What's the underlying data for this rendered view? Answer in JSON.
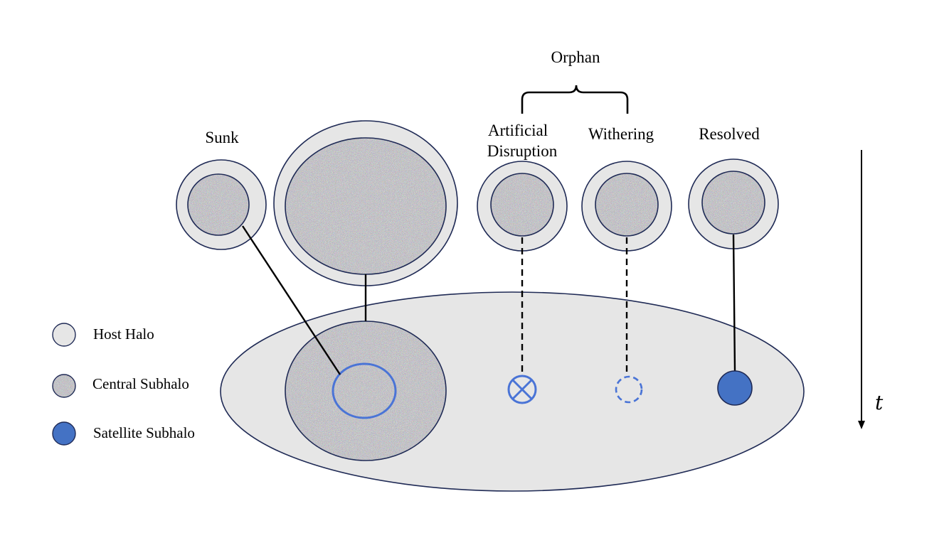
{
  "labels": {
    "orphan": "Orphan",
    "sunk": "Sunk",
    "artificial_disruption_line1": "Artificial",
    "artificial_disruption_line2": "Disruption",
    "withering": "Withering",
    "resolved": "Resolved",
    "time_axis": "t"
  },
  "legend": {
    "host_halo": "Host Halo",
    "central_subhalo": "Central Subhalo",
    "satellite_subhalo": "Satellite Subhalo"
  },
  "colors": {
    "host_halo_fill": "#e6e6e6",
    "outline": "#1f2a55",
    "satellite_fill": "#4472c4",
    "satellite_ring": "#4a74d6",
    "noise_light": "#c4c4c4",
    "noise_dark": "#4a4a4a"
  }
}
